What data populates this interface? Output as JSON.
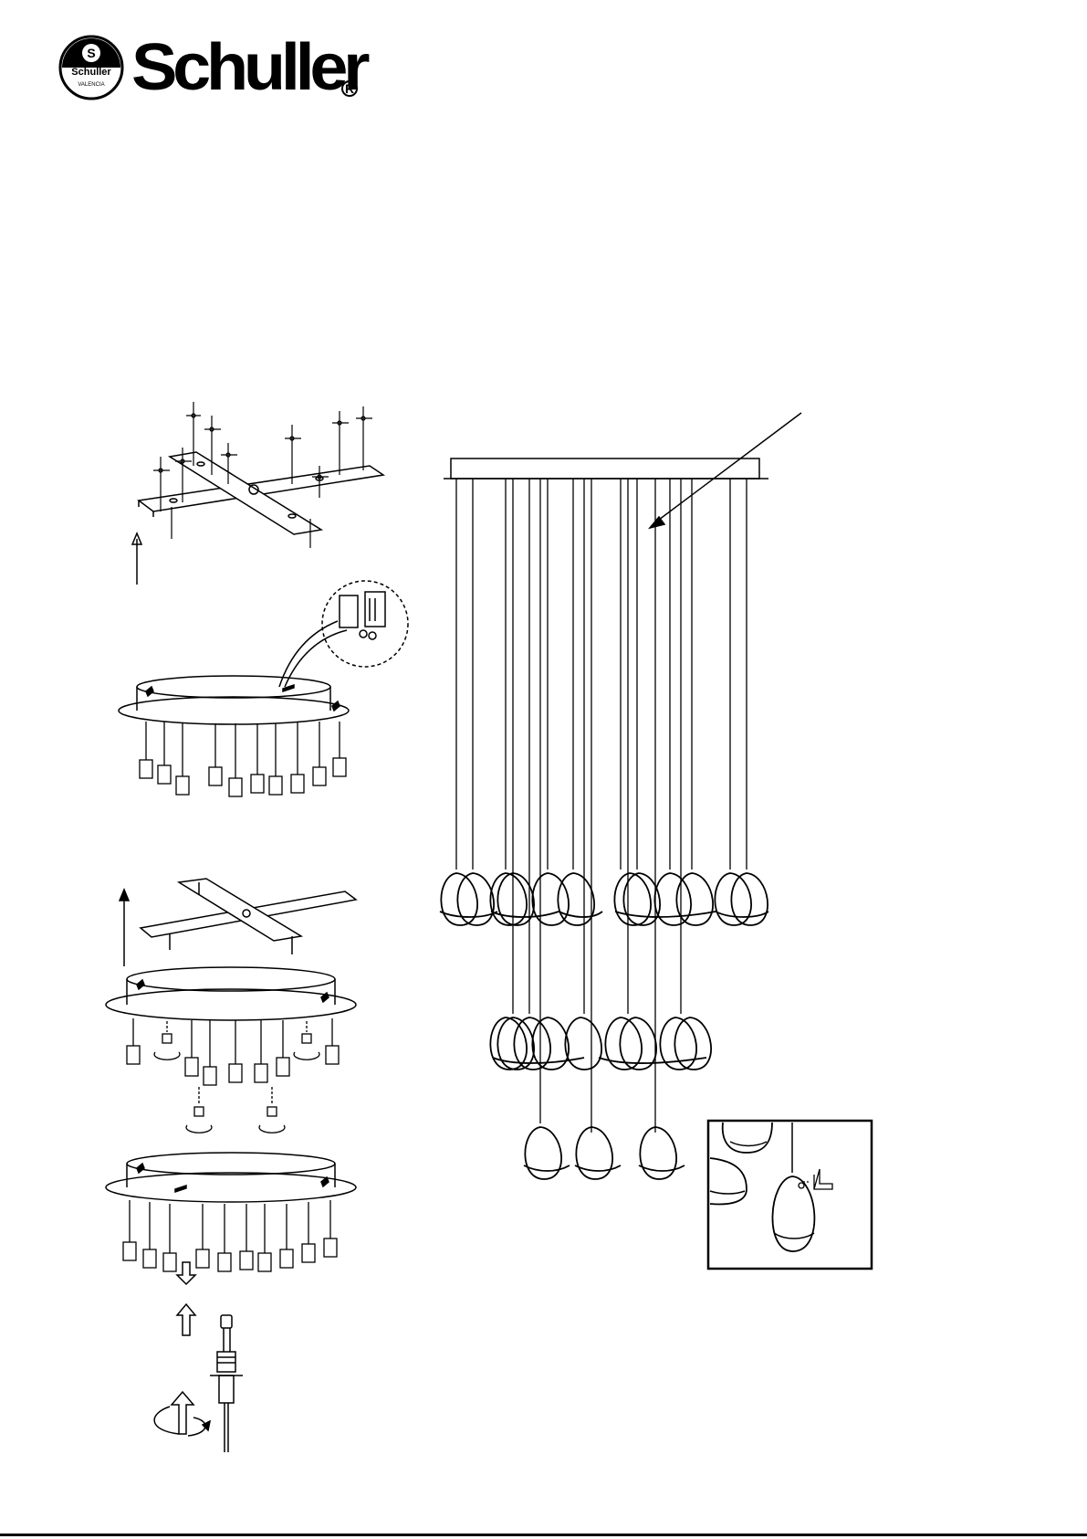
{
  "brand": {
    "name": "Schuller",
    "seal_small_text": "Schuller",
    "seal_city": "VALENCIA",
    "registered_mark": "R"
  },
  "colors": {
    "ink": "#000000",
    "paper": "#ffffff"
  },
  "icons": [
    "up-arrow-icon",
    "hollow-arrow-icon",
    "rotate-arrow-icon",
    "allen-key-icon"
  ]
}
